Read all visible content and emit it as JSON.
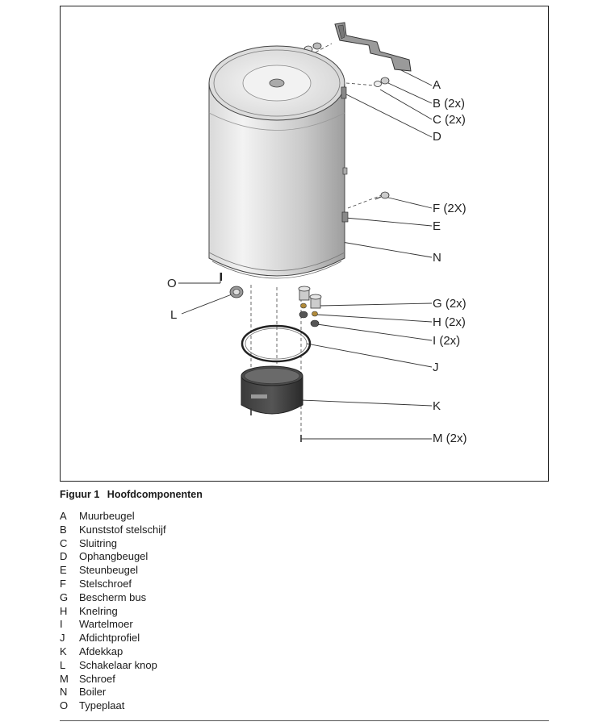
{
  "figure": {
    "callouts": [
      {
        "text": "A"
      },
      {
        "text": "B (2x)"
      },
      {
        "text": "C  (2x)"
      },
      {
        "text": "D"
      },
      {
        "text": "F (2X)"
      },
      {
        "text": "E"
      },
      {
        "text": "N"
      },
      {
        "text": "O"
      },
      {
        "text": "L"
      },
      {
        "text": "G  (2x)"
      },
      {
        "text": "H  (2x)"
      },
      {
        "text": "I  (2x)"
      },
      {
        "text": "J"
      },
      {
        "text": "K"
      },
      {
        "text": "M  (2x)"
      }
    ]
  },
  "caption": {
    "number": "Figuur 1",
    "title": "Hoofdcomponenten"
  },
  "legend": [
    {
      "code": "A",
      "label": "Muurbeugel"
    },
    {
      "code": "B",
      "label": "Kunststof stelschijf"
    },
    {
      "code": "C",
      "label": "Sluitring"
    },
    {
      "code": "D",
      "label": "Ophangbeugel"
    },
    {
      "code": "E",
      "label": "Steunbeugel"
    },
    {
      "code": "F",
      "label": "Stelschroef"
    },
    {
      "code": "G",
      "label": "Bescherm bus"
    },
    {
      "code": "H",
      "label": "Knelring"
    },
    {
      "code": "I",
      "label": "Wartelmoer"
    },
    {
      "code": "J",
      "label": "Afdichtprofiel"
    },
    {
      "code": "K",
      "label": "Afdekkap"
    },
    {
      "code": "L",
      "label": "Schakelaar knop"
    },
    {
      "code": "M",
      "label": "Schroef"
    },
    {
      "code": "N",
      "label": "Boiler"
    },
    {
      "code": "O",
      "label": "Typeplaat"
    }
  ]
}
